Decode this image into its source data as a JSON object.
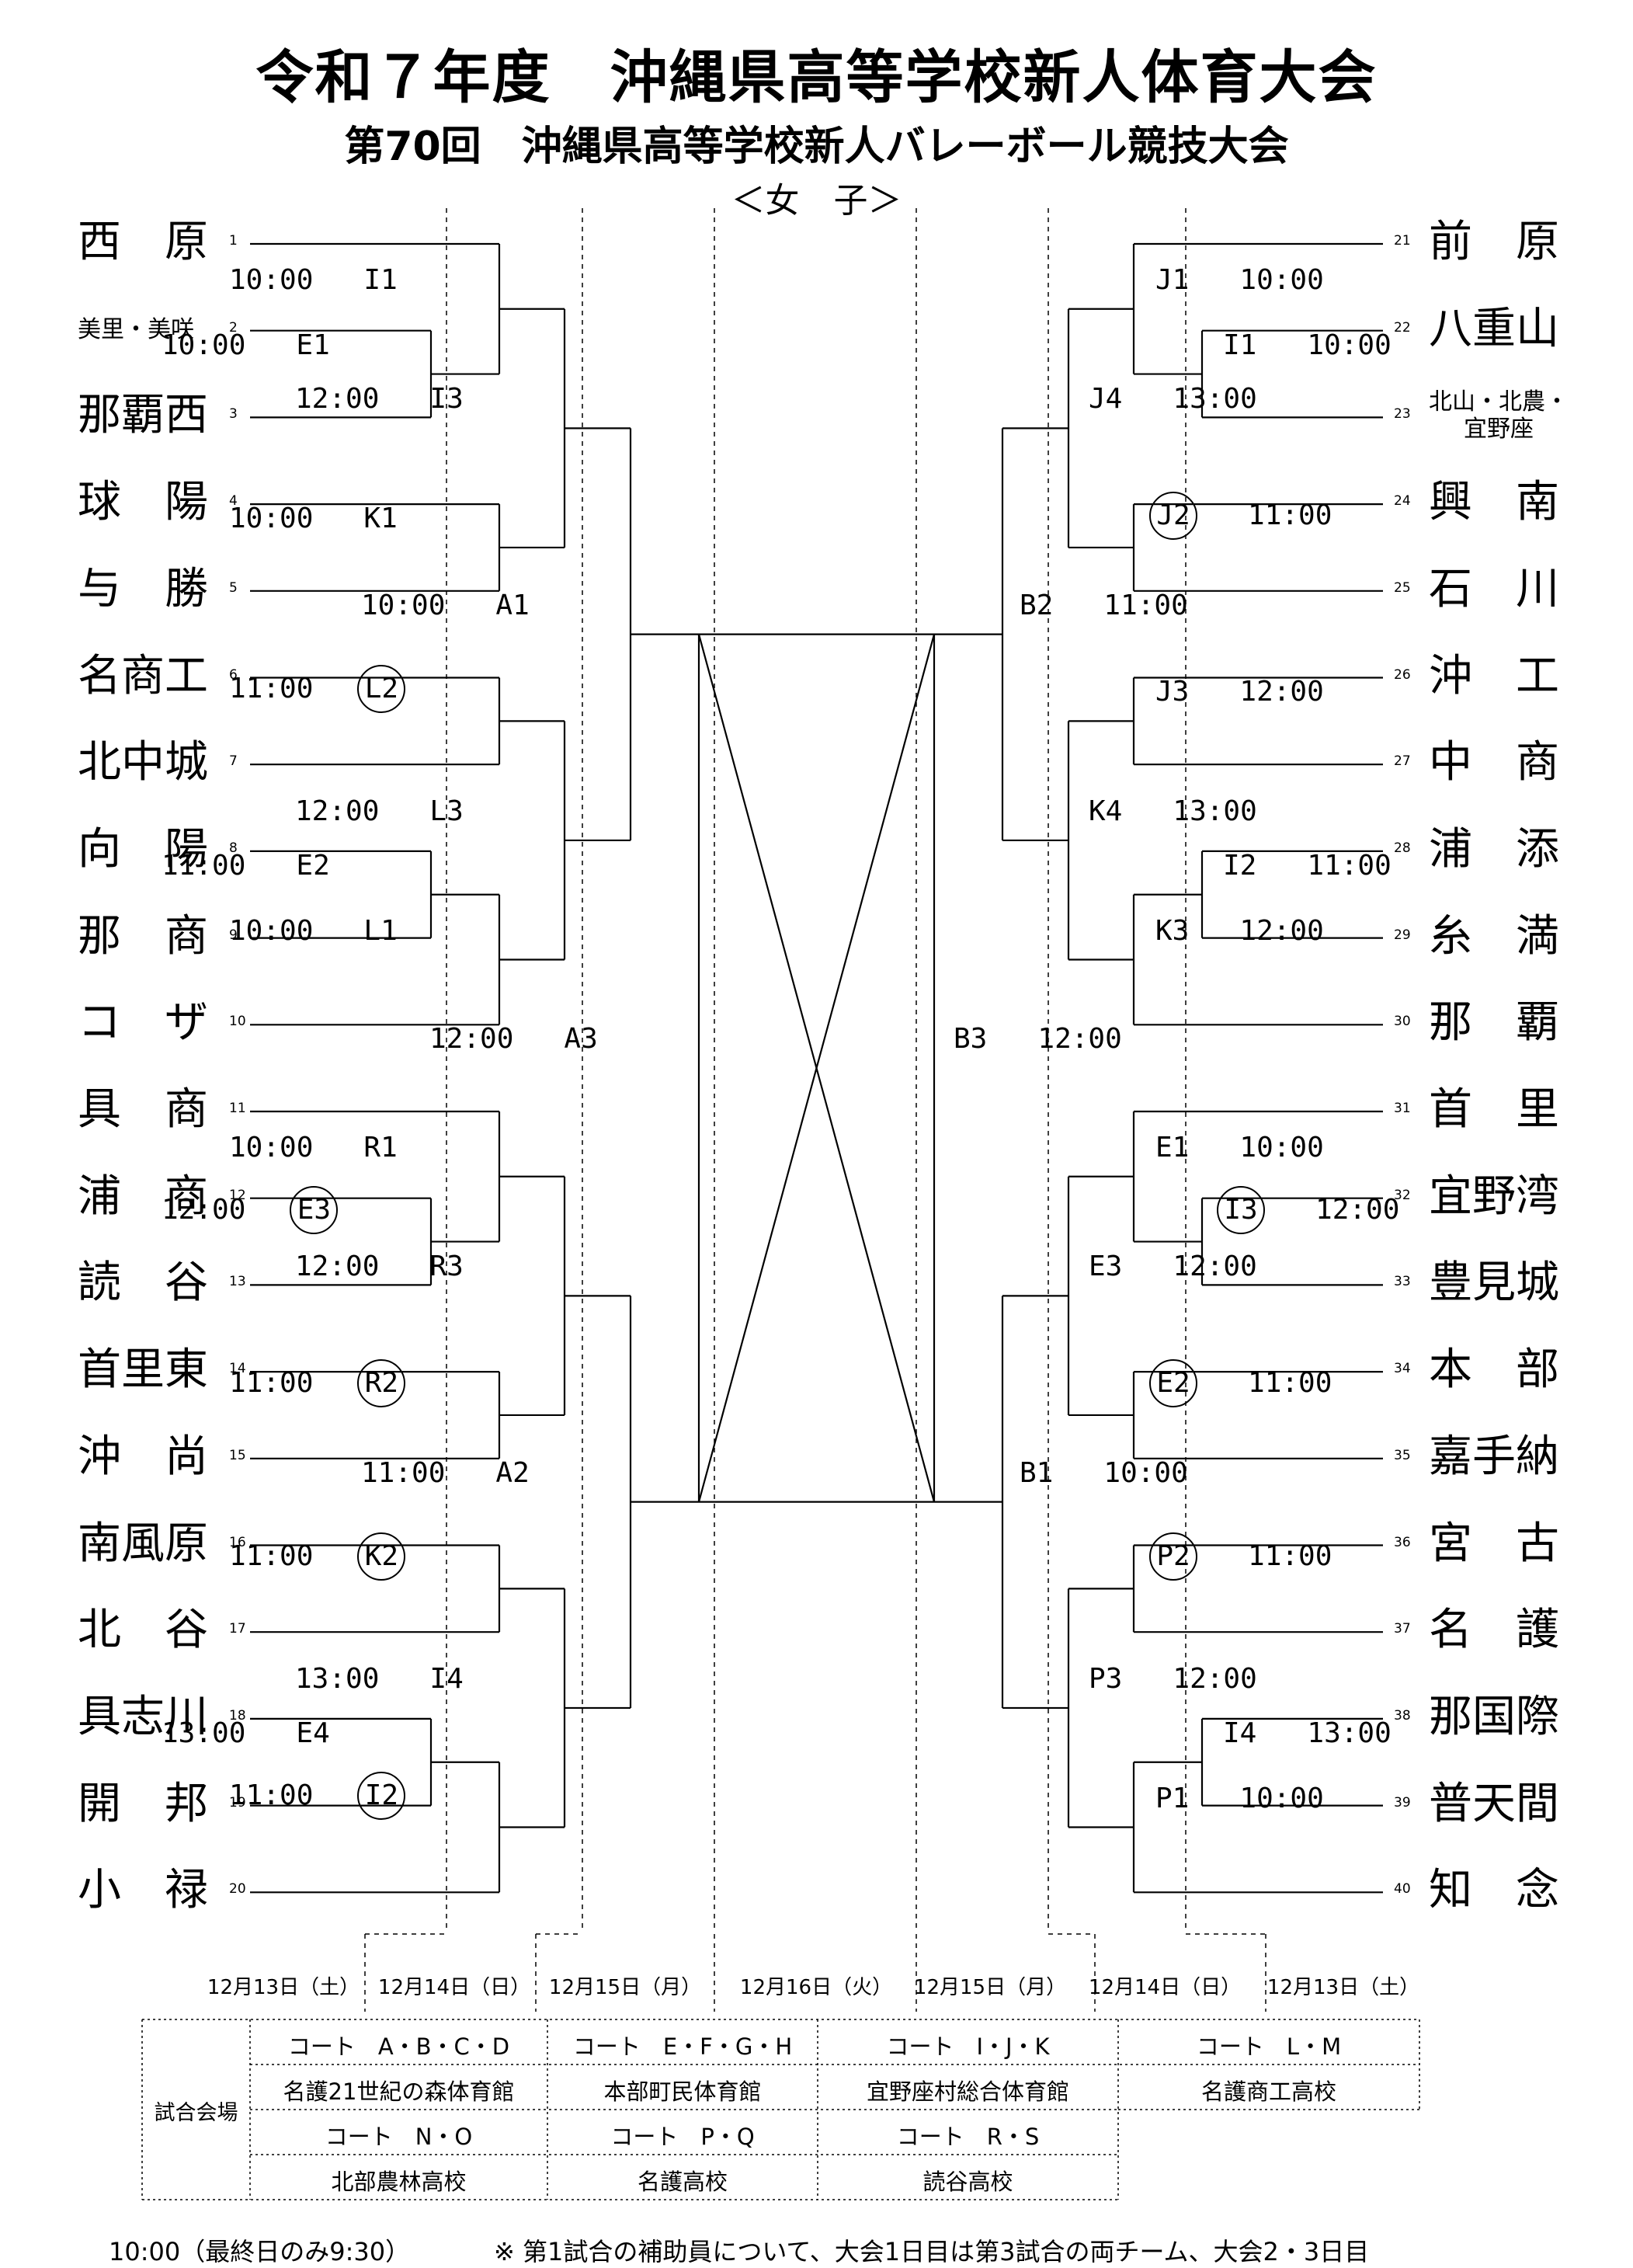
{
  "header": {
    "title": "令和７年度　沖縄県高等学校新人体育大会",
    "subtitle": "第70回　沖縄県高等学校新人バレーボール競技大会",
    "division": "＜女　子＞"
  },
  "left_teams": [
    {
      "seed": "1",
      "name": "西　原"
    },
    {
      "seed": "2",
      "name": "美里・美咲",
      "small": true
    },
    {
      "seed": "3",
      "name": "那覇西"
    },
    {
      "seed": "4",
      "name": "球　陽"
    },
    {
      "seed": "5",
      "name": "与　勝"
    },
    {
      "seed": "6",
      "name": "名商工"
    },
    {
      "seed": "7",
      "name": "北中城"
    },
    {
      "seed": "8",
      "name": "向　陽"
    },
    {
      "seed": "9",
      "name": "那　商"
    },
    {
      "seed": "10",
      "name": "コ　ザ"
    },
    {
      "seed": "11",
      "name": "具　商"
    },
    {
      "seed": "12",
      "name": "浦　商"
    },
    {
      "seed": "13",
      "name": "読　谷"
    },
    {
      "seed": "14",
      "name": "首里東"
    },
    {
      "seed": "15",
      "name": "沖　尚"
    },
    {
      "seed": "16",
      "name": "南風原"
    },
    {
      "seed": "17",
      "name": "北　谷"
    },
    {
      "seed": "18",
      "name": "具志川"
    },
    {
      "seed": "19",
      "name": "開　邦"
    },
    {
      "seed": "20",
      "name": "小　禄"
    }
  ],
  "right_teams": [
    {
      "seed": "21",
      "name": "前　原"
    },
    {
      "seed": "22",
      "name": "八重山"
    },
    {
      "seed": "23",
      "name": "北山・北農・\n宜野座",
      "small": true
    },
    {
      "seed": "24",
      "name": "興　南"
    },
    {
      "seed": "25",
      "name": "石　川"
    },
    {
      "seed": "26",
      "name": "沖　工"
    },
    {
      "seed": "27",
      "name": "中　商"
    },
    {
      "seed": "28",
      "name": "浦　添"
    },
    {
      "seed": "29",
      "name": "糸　満"
    },
    {
      "seed": "30",
      "name": "那　覇"
    },
    {
      "seed": "31",
      "name": "首　里"
    },
    {
      "seed": "32",
      "name": "宜野湾"
    },
    {
      "seed": "33",
      "name": "豊見城"
    },
    {
      "seed": "34",
      "name": "本　部"
    },
    {
      "seed": "35",
      "name": "嘉手納"
    },
    {
      "seed": "36",
      "name": "宮　古"
    },
    {
      "seed": "37",
      "name": "名　護"
    },
    {
      "seed": "38",
      "name": "那国際"
    },
    {
      "seed": "39",
      "name": "普天間"
    },
    {
      "seed": "40",
      "name": "知　念"
    }
  ],
  "matches": [
    {
      "id": "I1",
      "time": "10:00",
      "side": "left",
      "circled": false
    },
    {
      "id": "E1",
      "time": "10:00",
      "side": "left",
      "circled": false
    },
    {
      "id": "I3",
      "time": "12:00",
      "side": "left",
      "circled": false
    },
    {
      "id": "K1",
      "time": "10:00",
      "side": "left",
      "circled": false
    },
    {
      "id": "A1",
      "time": "10:00",
      "side": "left",
      "circled": false
    },
    {
      "id": "L2",
      "time": "11:00",
      "side": "left",
      "circled": true
    },
    {
      "id": "L3",
      "time": "12:00",
      "side": "left",
      "circled": false
    },
    {
      "id": "E2",
      "time": "11:00",
      "side": "left",
      "circled": false
    },
    {
      "id": "L1",
      "time": "10:00",
      "side": "left",
      "circled": false
    },
    {
      "id": "A3",
      "time": "12:00",
      "side": "left",
      "circled": false
    },
    {
      "id": "R1",
      "time": "10:00",
      "side": "left",
      "circled": false
    },
    {
      "id": "E3",
      "time": "12:00",
      "side": "left",
      "circled": true
    },
    {
      "id": "R3",
      "time": "12:00",
      "side": "left",
      "circled": false
    },
    {
      "id": "R2",
      "time": "11:00",
      "side": "left",
      "circled": true
    },
    {
      "id": "A2",
      "time": "11:00",
      "side": "left",
      "circled": false
    },
    {
      "id": "K2",
      "time": "11:00",
      "side": "left",
      "circled": true
    },
    {
      "id": "I4",
      "time": "13:00",
      "side": "left",
      "circled": false
    },
    {
      "id": "E4",
      "time": "13:00",
      "side": "left",
      "circled": false
    },
    {
      "id": "I2",
      "time": "11:00",
      "side": "left",
      "circled": true
    },
    {
      "id": "J1",
      "time": "10:00",
      "side": "right",
      "circled": false
    },
    {
      "id": "I1",
      "time": "10:00",
      "side": "right",
      "circled": false
    },
    {
      "id": "J4",
      "time": "13:00",
      "side": "right",
      "circled": false
    },
    {
      "id": "J2",
      "time": "11:00",
      "side": "right",
      "circled": true
    },
    {
      "id": "B2",
      "time": "11:00",
      "side": "right",
      "circled": false
    },
    {
      "id": "J3",
      "time": "12:00",
      "side": "right",
      "circled": false
    },
    {
      "id": "K4",
      "time": "13:00",
      "side": "right",
      "circled": false
    },
    {
      "id": "I2",
      "time": "11:00",
      "side": "right",
      "circled": false
    },
    {
      "id": "K3",
      "time": "12:00",
      "side": "right",
      "circled": false
    },
    {
      "id": "B3",
      "time": "12:00",
      "side": "right",
      "circled": false
    },
    {
      "id": "E1",
      "time": "10:00",
      "side": "right",
      "circled": false
    },
    {
      "id": "I3",
      "time": "12:00",
      "side": "right",
      "circled": true
    },
    {
      "id": "E3",
      "time": "12:00",
      "side": "right",
      "circled": false
    },
    {
      "id": "E2",
      "time": "11:00",
      "side": "right",
      "circled": true
    },
    {
      "id": "B1",
      "time": "10:00",
      "side": "right",
      "circled": false
    },
    {
      "id": "P2",
      "time": "11:00",
      "side": "right",
      "circled": true
    },
    {
      "id": "P3",
      "time": "12:00",
      "side": "right",
      "circled": false
    },
    {
      "id": "I4",
      "time": "13:00",
      "side": "right",
      "circled": false
    },
    {
      "id": "P1",
      "time": "10:00",
      "side": "right",
      "circled": false
    }
  ],
  "dates": [
    "12月13日（土）",
    "12月14日（日）",
    "12月15日（月）",
    "12月16日（火）",
    "12月15日（月）",
    "12月14日（日）",
    "12月13日（土）"
  ],
  "venues": {
    "label": "試合会場",
    "courts_row1": [
      "コート　A・B・C・D",
      "コート　E・F・G・H",
      "コート　I・J・K",
      "コート　L・M"
    ],
    "names_row1": [
      "名護21世紀の森体育館",
      "本部町民体育館",
      "宜野座村総合体育館",
      "名護商工高校"
    ],
    "courts_row2": [
      "コート　N・O",
      "コート　P・Q",
      "コート　R・S"
    ],
    "names_row2": [
      "北部農林高校",
      "名護高校",
      "読谷高校"
    ]
  },
  "footer": {
    "left": "10:00（最終日のみ9:30）",
    "right": "※ 第1試合の補助員について、大会1日目は第3試合の両チーム、大会2・3日目"
  }
}
